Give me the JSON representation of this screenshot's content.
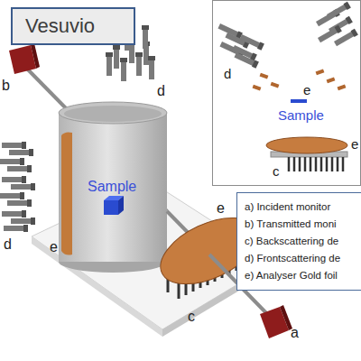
{
  "diagram": {
    "title": "Vesuvio",
    "nodes": [
      {
        "text": [
          "d",
          "e",
          "Sample",
          "e",
          "c"
        ]
      },
      {
        "text": [
          "a) Incident monitor",
          "b) Transmitted moni",
          "c) Backscattering de",
          "d) Frontscattering de",
          "e) Analyser Gold foil"
        ]
      }
    ],
    "labels": [
      "b",
      "d",
      "Sample",
      "e",
      "d",
      "e",
      "c",
      "a"
    ]
  }
}
